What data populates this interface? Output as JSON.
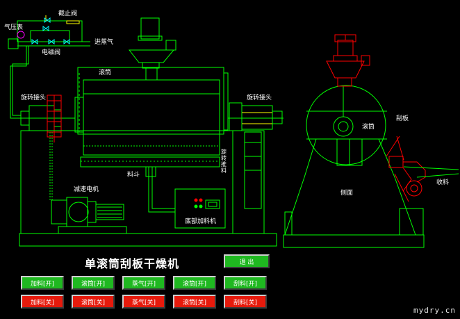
{
  "labels": {
    "valve": "截止阀",
    "pressure_gauge": "气压表",
    "solenoid_valve": "电磁阀",
    "steam_inlet": "进蒸气",
    "drum_top": "滚筒",
    "rotary_joint_left": "旋转接头",
    "rotary_joint_right": "旋转接头",
    "hopper": "料斗",
    "rotary_loader": "旋转推料",
    "reducer_motor": "减速电机",
    "bottom_feeder": "底部加料机",
    "drum_side": "滚筒",
    "scraper": "刮板",
    "side_view": "侧面",
    "collect": "收料"
  },
  "title": "单滚筒刮板干燥机",
  "exit_label": "退 出",
  "buttons_on": [
    "加料[开]",
    "滚筒[开]",
    "蒸气[开]",
    "滚筒[开]",
    "刮料[开]"
  ],
  "buttons_off": [
    "加料[关]",
    "滚筒[关]",
    "蒸气[关]",
    "滚筒[关]",
    "刮料[关]"
  ],
  "watermark": "mydry.cn",
  "colors": {
    "line": "#00ff00",
    "highlight": "#ff0000",
    "accent": "#ffff00",
    "on": "#1fb820",
    "off": "#e61a0c"
  }
}
